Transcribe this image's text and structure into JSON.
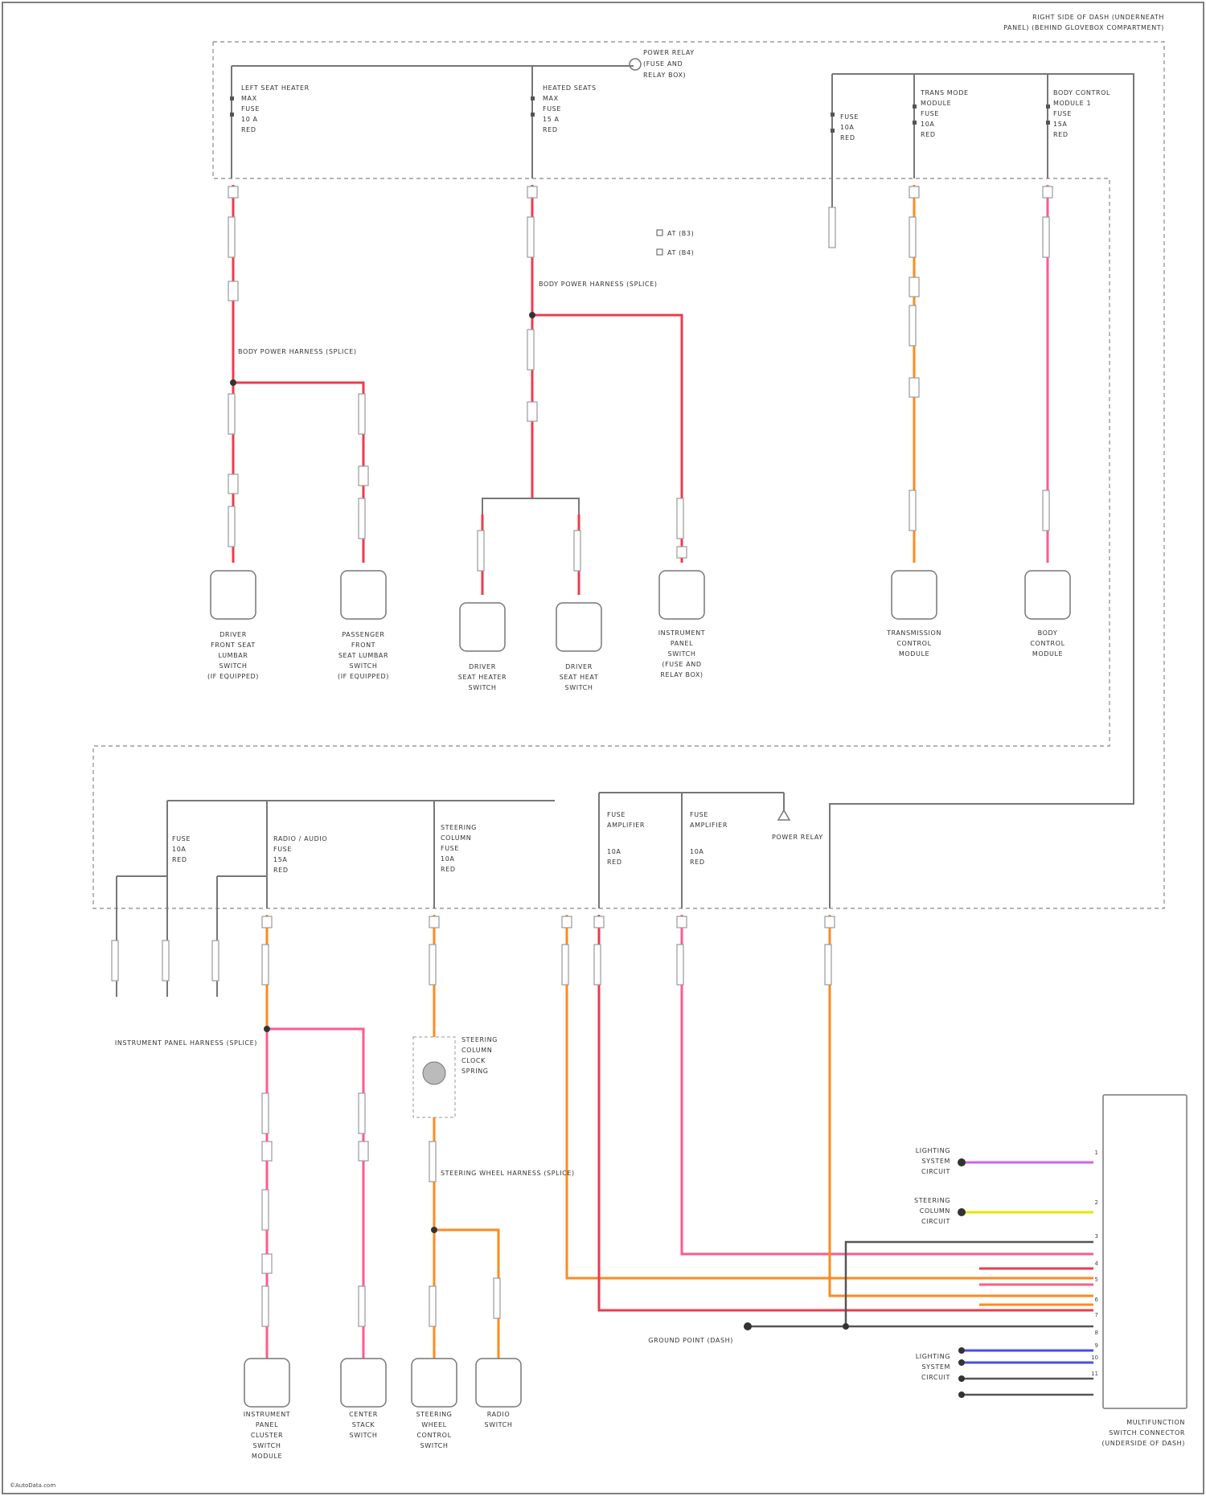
{
  "page": {
    "header_line_1": "RIGHT SIDE OF DASH (UNDERNEATH",
    "header_line_2": "PANEL) (BEHIND GLOVEBOX COMPARTMENT)",
    "footer": "©AutoData.com"
  },
  "colors": {
    "red": "#ee3b4e",
    "pink": "#ff5a8c",
    "orange": "#ff8a1e",
    "yellow": "#e6e600",
    "violet": "#cc66e6",
    "blue": "#4b4bf2",
    "gray": "#777777"
  },
  "top_section": {
    "fuse_blocks": [
      {
        "label": "LEFT SEAT HEATER",
        "lines": [
          "MAX",
          "FUSE",
          "10 A",
          "RED"
        ]
      },
      {
        "label": "HEATED SEATS",
        "lines": [
          "MAX",
          "FUSE",
          "15 A",
          "RED"
        ]
      },
      {
        "label": "FUSE",
        "lines": [
          "10A",
          "RED"
        ]
      },
      {
        "label": "TRANS MODE",
        "lines": [
          "MODULE",
          "FUSE",
          "10A",
          "RED"
        ]
      },
      {
        "label": "BODY CONTROL",
        "lines": [
          "MODULE 1",
          "FUSE",
          "15A",
          "RED"
        ]
      }
    ],
    "relay_label": "POWER RELAY",
    "relay_lines": [
      "(FUSE AND",
      "RELAY BOX)"
    ],
    "notes": [
      "AT (B3)",
      "AT (B4)"
    ],
    "splice_labels": [
      "BODY POWER HARNESS (SPLICE)",
      "BODY POWER HARNESS (SPLICE)"
    ],
    "components": [
      {
        "lines": [
          "DRIVER",
          "FRONT SEAT",
          "LUMBAR",
          "SWITCH",
          "(IF EQUIPPED)"
        ]
      },
      {
        "lines": [
          "PASSENGER",
          "FRONT",
          "SEAT LUMBAR",
          "SWITCH",
          "(IF EQUIPPED)"
        ]
      },
      {
        "lines": [
          "DRIVER",
          "SEAT HEATER",
          "SWITCH"
        ]
      },
      {
        "lines": [
          "DRIVER",
          "SEAT HEAT",
          "SWITCH"
        ]
      },
      {
        "lines": [
          "INSTRUMENT",
          "PANEL",
          "SWITCH",
          "(FUSE AND",
          "RELAY BOX)"
        ]
      },
      {
        "lines": [
          "TRANSMISSION",
          "CONTROL",
          "MODULE"
        ]
      },
      {
        "lines": [
          "BODY",
          "CONTROL",
          "MODULE"
        ]
      }
    ]
  },
  "bottom_section": {
    "fuse_blocks": [
      {
        "label": "FUSE",
        "lines": [
          "10A",
          "RED"
        ]
      },
      {
        "label": "RADIO / AUDIO",
        "lines": [
          "FUSE",
          "15A",
          "RED"
        ]
      },
      {
        "label": "STEERING",
        "lines": [
          "COLUMN",
          "FUSE",
          "10A",
          "RED"
        ]
      },
      {
        "label": "FUSE",
        "lines": [
          "AMPLIFIER",
          "10A",
          "RED"
        ]
      },
      {
        "label": "FUSE",
        "lines": [
          "AMPLIFIER",
          "10A",
          "RED"
        ]
      }
    ],
    "relay_label": "POWER RELAY",
    "splice_labels": [
      "INSTRUMENT PANEL HARNESS (SPLICE)",
      "STEERING WHEEL HARNESS (SPLICE)"
    ],
    "clockspring_lines": [
      "STEERING",
      "COLUMN",
      "CLOCK",
      "SPRING"
    ],
    "components": [
      {
        "lines": [
          "INSTRUMENT",
          "PANEL",
          "CLUSTER",
          "SWITCH",
          "MODULE"
        ]
      },
      {
        "lines": [
          "CENTER",
          "STACK",
          "SWITCH"
        ]
      },
      {
        "lines": [
          "STEERING",
          "WHEEL",
          "CONTROL",
          "SWITCH"
        ]
      },
      {
        "lines": [
          "RADIO",
          "SWITCH"
        ]
      }
    ],
    "connector": {
      "label_lines": [
        "MULTIFUNCTION",
        "SWITCH CONNECTOR",
        "(UNDERSIDE OF DASH)"
      ],
      "left_labels": [
        {
          "lines": [
            "LIGHTING",
            "SYSTEM",
            "CIRCUIT"
          ]
        },
        {
          "lines": [
            "STEERING",
            "COLUMN",
            "CIRCUIT"
          ]
        },
        {
          "lines": [
            "LIGHTING",
            "SYSTEM",
            "CIRCUIT"
          ]
        }
      ],
      "ground_label": "GROUND POINT (DASH)",
      "wires": [
        {
          "code": "1",
          "color": "violet"
        },
        {
          "code": "2",
          "color": "yellow"
        },
        {
          "code": "3",
          "color": "dkgray"
        },
        {
          "code": "4",
          "color": "red"
        },
        {
          "code": "5",
          "color": "pink"
        },
        {
          "code": "6",
          "color": "orange"
        },
        {
          "code": "7",
          "color": "red"
        },
        {
          "code": "8",
          "color": "dkgray"
        },
        {
          "code": "9",
          "color": "blue"
        },
        {
          "code": "10",
          "color": "blue"
        },
        {
          "code": "11",
          "color": "dkgray"
        }
      ]
    }
  }
}
